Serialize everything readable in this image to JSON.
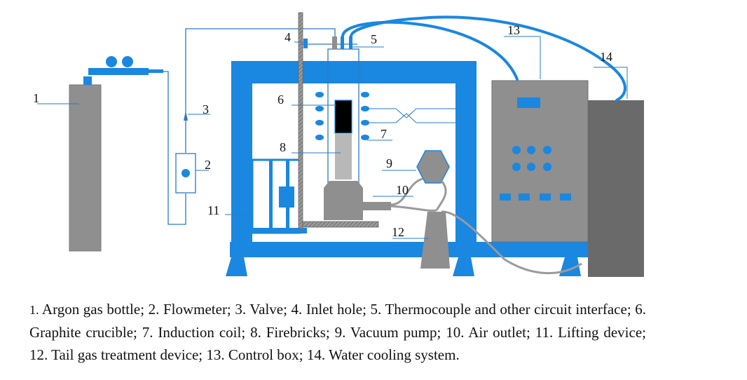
{
  "diagram": {
    "labels": {
      "n1": "1",
      "n2": "2",
      "n3": "3",
      "n4": "4",
      "n5": "5",
      "n6": "6",
      "n7": "7",
      "n8": "8",
      "n9": "9",
      "n10": "10",
      "n11": "11",
      "n12": "12",
      "n13": "13",
      "n14": "14"
    },
    "colors": {
      "frame": "#1a87e0",
      "gray": "#8f8f8f",
      "dark_gray": "#6a6a6a",
      "crucible": "#000000",
      "firebrick": "#b8b8b8",
      "line": "#2a7ac8"
    }
  },
  "caption": {
    "num1": "1.",
    "text": " Argon gas bottle; 2. Flowmeter; 3. Valve; 4. Inlet hole; 5. Thermocouple and other circuit interface; 6. Graphite crucible; 7. Induction coil; 8. Firebricks; 9. Vacuum pump; 10. Air outlet; 11. Lifting device; 12. Tail gas treatment device; 13. Control box; 14. Water cooling system."
  }
}
